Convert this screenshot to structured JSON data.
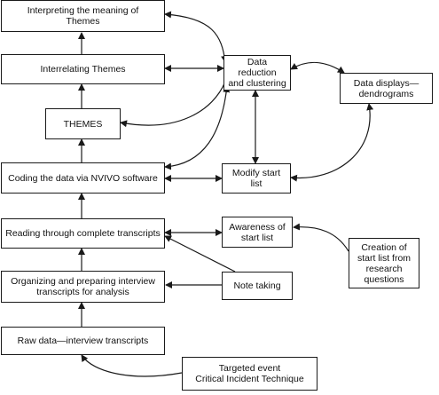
{
  "nodes": {
    "interpreting": "Interpreting the meaning of\nThemes",
    "interrelating": "Interrelating Themes",
    "themes": "THEMES",
    "coding": "Coding the data via NVIVO software",
    "reading": "Reading through complete transcripts",
    "organizing": "Organizing and preparing interview\ntranscripts for analysis",
    "raw_data": "Raw data—interview transcripts",
    "data_reduction": "Data reduction\nand clustering",
    "data_displays": "Data displays—\ndendrograms",
    "modify": "Modify start list",
    "awareness": "Awareness of\nstart list",
    "note_taking": "Note taking",
    "creation": "Creation of\nstart list from\nresearch\nquestions",
    "targeted": "Targeted event\nCritical Incident Technique"
  },
  "colors": {
    "line": "#1a1a1a",
    "box_border": "#1a1a1a"
  }
}
